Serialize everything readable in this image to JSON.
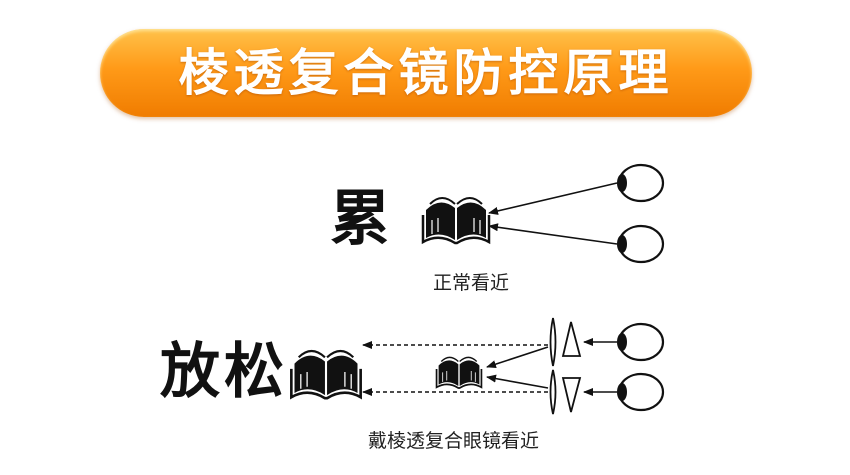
{
  "header": {
    "title": "棱透复合镜防控原理"
  },
  "normal": {
    "label": "累",
    "caption": "正常看近"
  },
  "prism": {
    "label": "放松",
    "caption": "戴棱透复合眼镜看近"
  },
  "colors": {
    "banner_top": "#ffc24a",
    "banner_bottom": "#f07c00",
    "ink": "#111111"
  }
}
